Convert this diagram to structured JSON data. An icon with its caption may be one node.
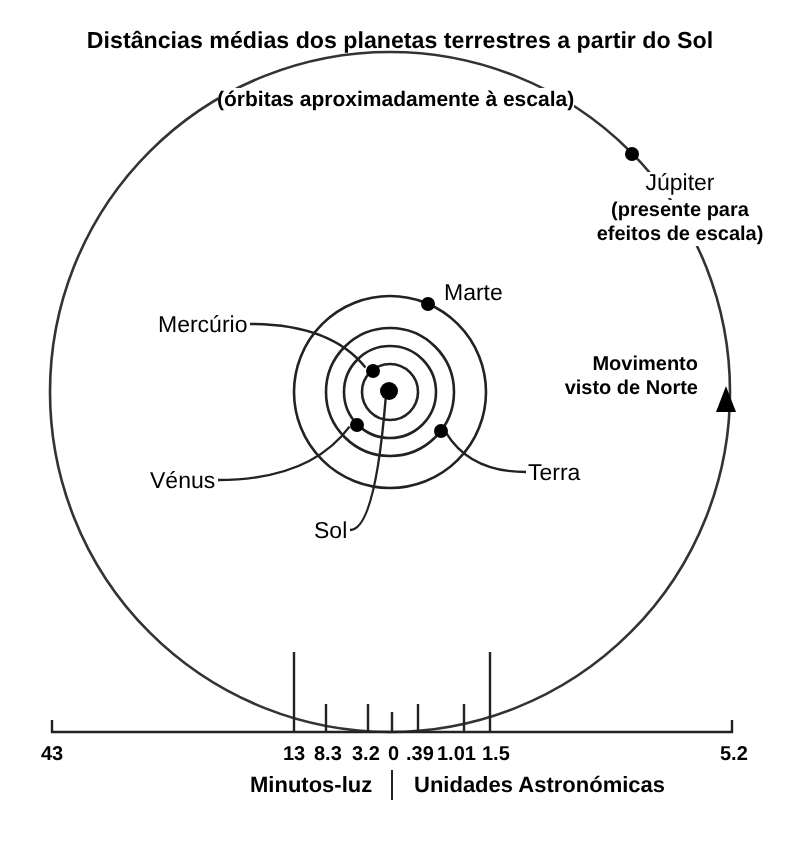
{
  "diagram": {
    "title": "Distâncias médias dos planetas terrestres a partir do Sol",
    "nodes": [
      {
        "text": [
          "Mercúrio"
        ]
      },
      {
        "text": [],
        "shape": "circle"
      },
      {
        "text": [
          "Vénus"
        ]
      },
      {
        "text": [],
        "shape": "circle"
      },
      {
        "text": [
          "Terra"
        ]
      },
      {
        "text": [],
        "shape": "circle"
      },
      {
        "text": [
          "Sol"
        ]
      },
      {
        "text": [],
        "shape": "circle"
      },
      {
        "text": [
          "Marte"
        ]
      },
      {
        "text": [
          "Júpiter",
          "(presente para efeitos de escala)"
        ]
      }
    ],
    "edges": [
      {
        "from": 0,
        "to": 1,
        "arrow": "none"
      },
      {
        "from": 2,
        "to": 3,
        "arrow": "none"
      },
      {
        "from": 4,
        "to": 5,
        "arrow": "none"
      },
      {
        "from": 6,
        "to": 7,
        "arrow": "none"
      }
    ],
    "labels": [
      "(órbitas aproximadamente à escala)",
      "Movimento visto de Norte",
      "43",
      "13",
      "8.3",
      "3.2",
      "0",
      ".39",
      "1.01",
      "1.5",
      "5.2",
      "Minutos-luz",
      "Unidades Astronómicas"
    ]
  }
}
